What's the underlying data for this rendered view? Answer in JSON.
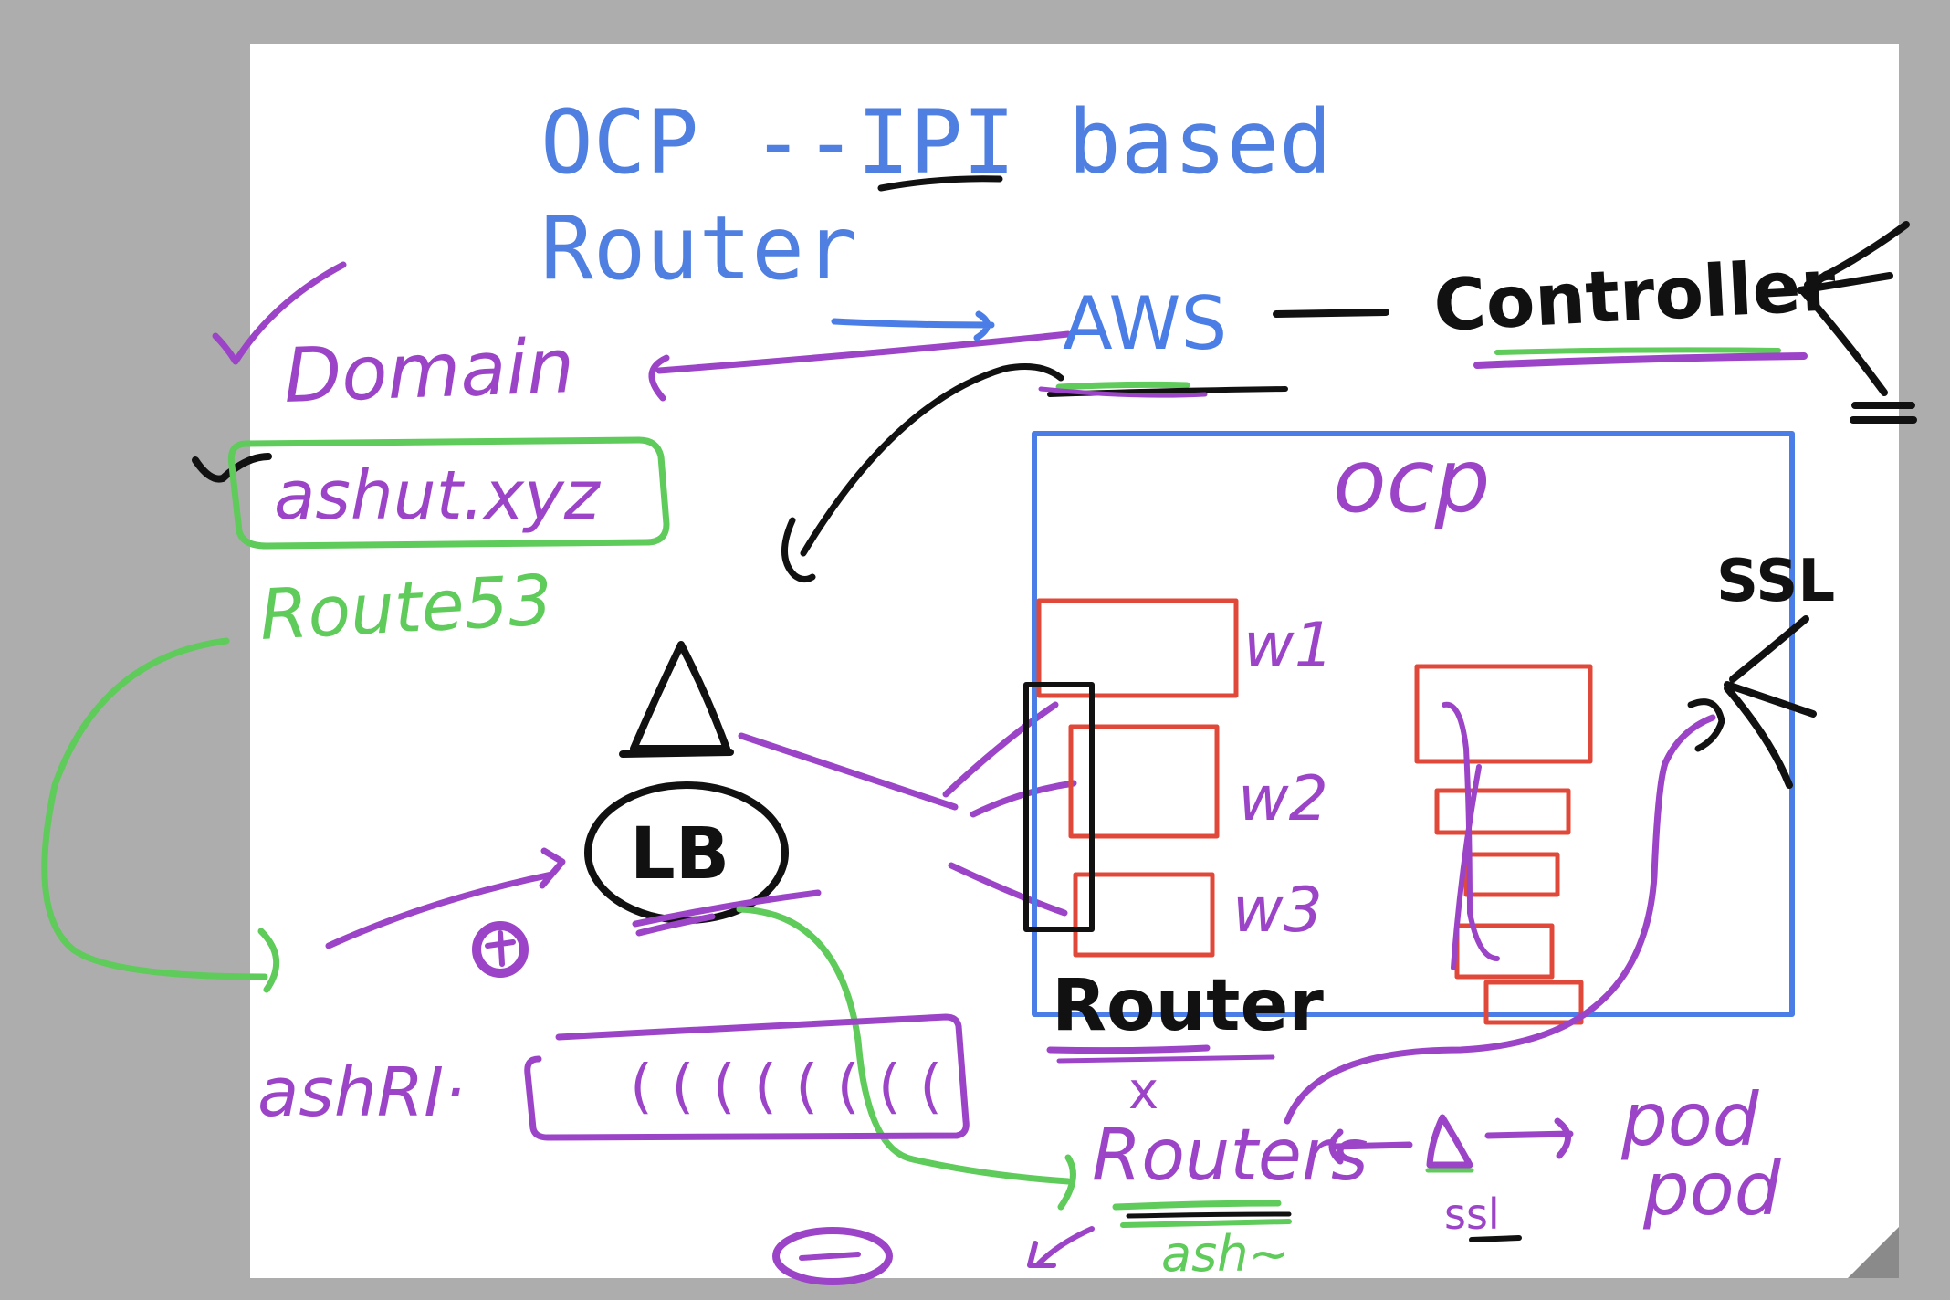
{
  "slide": {
    "title_line1": "OCP --IPI based",
    "title_line2": "Router"
  },
  "ink_labels": {
    "domain": "Domain",
    "domain_name": "ashut.xyz",
    "route53": "Route53",
    "aws": "AWS",
    "controller": "Controller",
    "ocp": "ocp",
    "w1": "w1",
    "w2": "w2",
    "w3": "w3",
    "ssl": "SSL",
    "lb": "LB",
    "ash_record": "ashRI·",
    "record_ticks": "( ( ( ( ( ( ( (",
    "router_black": "Router",
    "router_x": "x",
    "router_purple": "Routers",
    "ssl_small": "ssl",
    "ash_small": "ash~",
    "pod1": "pod",
    "pod2": "pod"
  },
  "colors": {
    "title_blue": "#4f7fe0",
    "ink_purple": "#9c44c8",
    "ink_green": "#5ecb5a",
    "ink_black": "#111111",
    "ink_red": "#e0483a",
    "ink_blue": "#4a7ee6",
    "background_gray": "#adadad"
  }
}
